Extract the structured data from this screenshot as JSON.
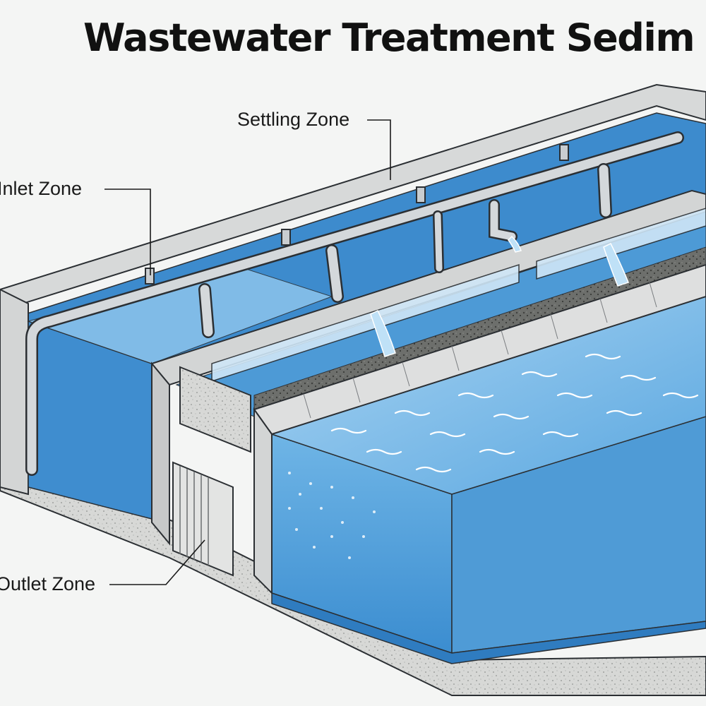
{
  "title": "Wastewater Treatment Sedim",
  "labels": {
    "settling": "Settling Zone",
    "inlet": "Inlet Zone",
    "outlet": "Outlet Zone"
  },
  "colors": {
    "water": "#4f9bd6",
    "water_dark": "#2f7cc0",
    "concrete": "#d3d5d5",
    "pipe": "#c9cdd0",
    "outline": "#2b2f33",
    "background": "#f4f5f4"
  }
}
